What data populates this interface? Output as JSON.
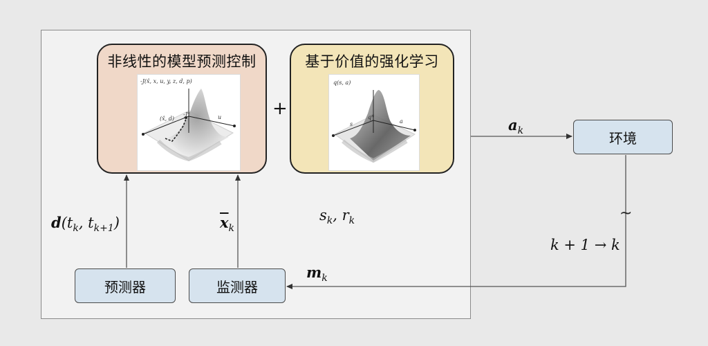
{
  "modules": {
    "nmpc": {
      "title": "非线性的模型预测控制",
      "plot": {
        "zlabel": "-J(x̂, x, u, y, z, d, p)",
        "label_state": "(x̂, d)",
        "label_min": "-J*",
        "label_u": "u"
      }
    },
    "rl": {
      "title": "基于价值的强化学习",
      "plot": {
        "zlabel": "q(s, a)",
        "label_s": "s",
        "label_q": "q*",
        "label_a": "a"
      }
    }
  },
  "plus_sign": "+",
  "blocks": {
    "environment": "环境",
    "predictor": "预测器",
    "monitor": "监测器"
  },
  "signals": {
    "action": {
      "main": "a",
      "sub": "k"
    },
    "disturbance": {
      "main": "d",
      "open": "(t",
      "sub1": "k",
      "sep": ", t",
      "sub2": "k+1",
      "close": ")"
    },
    "estimate": {
      "main": "x",
      "sub": "k"
    },
    "state_reward": {
      "s": "s",
      "s_sub": "k",
      "sep": ", ",
      "r": "r",
      "r_sub": "k"
    },
    "measurement": {
      "main": "m",
      "sub": "k"
    },
    "time_step": "k + 1 → k",
    "sampler": "~"
  }
}
